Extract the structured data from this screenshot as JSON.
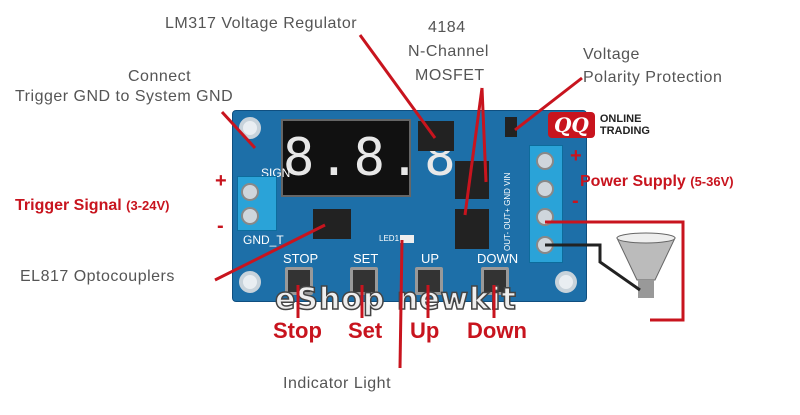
{
  "labels": {
    "regulator": "LM317  Voltage  Regulator",
    "mosfet_line1": "4184",
    "mosfet_line2": "N-Channel",
    "mosfet_line3": "MOSFET",
    "polarity_line1": "Voltage",
    "polarity_line2": "Polarity  Protection",
    "gnd_line1": "Connect",
    "gnd_line2": "Trigger  GND   to   System  GND",
    "trigger_plus": "+",
    "trigger_minus": "-",
    "trigger_signal": "Trigger Signal",
    "trigger_range": "(3-24V)",
    "optocouplers": "EL817  Optocouplers",
    "indicator": "Indicator  Light",
    "power_plus": "+",
    "power_minus": "-",
    "power_supply": "Power  Supply",
    "power_range": "(5-36V)",
    "stop": "Stop",
    "set": "Set",
    "up": "Up",
    "down": "Down"
  },
  "board": {
    "display": "8.8.8",
    "sign": "SIGN",
    "gnd_t": "GND_T",
    "btn_stop": "STOP",
    "btn_set": "SET",
    "btn_up": "UP",
    "btn_down": "DOWN",
    "led": "LED1",
    "terminals": "OUT-  OUT+  GND  VIN"
  },
  "logo": {
    "mark": "QQ",
    "line1": "ONLINE",
    "line2": "TRADING"
  },
  "watermark": "eShop newkit",
  "colors": {
    "accent": "#c8141e",
    "board": "#1d6fa8"
  }
}
